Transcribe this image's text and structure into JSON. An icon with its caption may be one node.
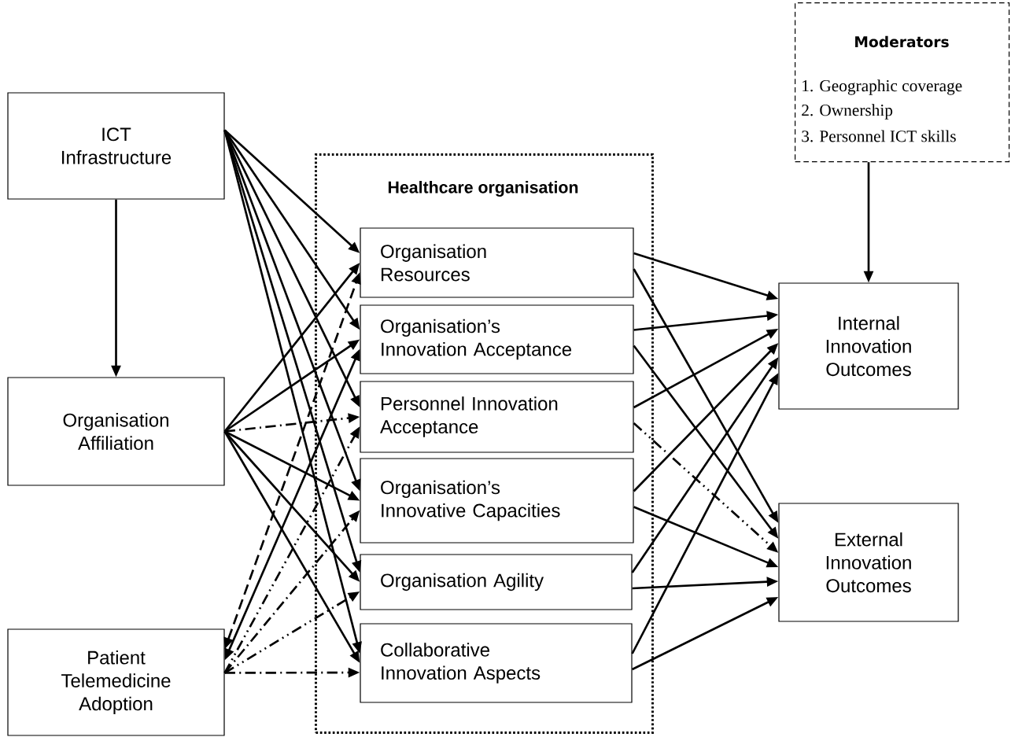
{
  "diagram": {
    "nodes": [
      {
        "text": [
          "ICT Infrastructure"
        ]
      },
      {
        "text": [
          "Organisation Affiliation"
        ]
      },
      {
        "text": [
          "Patient Telemedicine Adoption"
        ]
      },
      {
        "text": [
          "Healthcare organisation"
        ]
      },
      {
        "text": [
          "Organisation Resources"
        ],
        "in": 3
      },
      {
        "text": [
          "Organisation’s Innovation Acceptance"
        ],
        "in": 3
      },
      {
        "text": [
          "Personnel Innovation Acceptance"
        ],
        "in": 3
      },
      {
        "text": [
          "Organisation’s Innovative Capacities"
        ],
        "in": 3
      },
      {
        "text": [
          "Organisation Agility"
        ],
        "in": 3
      },
      {
        "text": [
          "Collaborative Innovation Aspects"
        ],
        "in": 3
      },
      {
        "text": [
          "Moderators",
          "1. Geographic coverage",
          "2. Ownership",
          "3. Personnel ICT skills"
        ]
      },
      {
        "text": [
          "Internal Innovation Outcomes"
        ]
      },
      {
        "text": [
          "External Innovation Outcomes"
        ]
      }
    ],
    "edges": [
      {
        "from": 0,
        "to": 1,
        "arrow": "to"
      },
      {
        "from": 0,
        "to": 4,
        "arrow": "to"
      },
      {
        "from": 0,
        "to": 5,
        "arrow": "to"
      },
      {
        "from": 0,
        "to": 6,
        "arrow": "to"
      },
      {
        "from": 0,
        "to": 7,
        "arrow": "to"
      },
      {
        "from": 0,
        "to": 8,
        "arrow": "to"
      },
      {
        "from": 0,
        "to": 9,
        "arrow": "to"
      },
      {
        "from": 1,
        "to": 4,
        "arrow": "to"
      },
      {
        "from": 1,
        "to": 5,
        "arrow": "to"
      },
      {
        "from": 1,
        "to": 6,
        "arrow": "to",
        "style": "dashed"
      },
      {
        "from": 1,
        "to": 7,
        "arrow": "to"
      },
      {
        "from": 1,
        "to": 8,
        "arrow": "to"
      },
      {
        "from": 1,
        "to": 9,
        "arrow": "to"
      },
      {
        "from": 2,
        "to": 4,
        "arrow": "both",
        "style": "dashed"
      },
      {
        "from": 2,
        "to": 5,
        "arrow": "both"
      },
      {
        "from": 2,
        "to": 6,
        "arrow": "to",
        "style": "dashed"
      },
      {
        "from": 2,
        "to": 7,
        "arrow": "to",
        "style": "dashed"
      },
      {
        "from": 2,
        "to": 8,
        "arrow": "to",
        "style": "dashed"
      },
      {
        "from": 2,
        "to": 9,
        "arrow": "to",
        "style": "dashed"
      },
      {
        "from": 4,
        "to": 11,
        "arrow": "to"
      },
      {
        "from": 4,
        "to": 12,
        "arrow": "to"
      },
      {
        "from": 5,
        "to": 11,
        "arrow": "to"
      },
      {
        "from": 5,
        "to": 12,
        "arrow": "to"
      },
      {
        "from": 6,
        "to": 11,
        "arrow": "to"
      },
      {
        "from": 6,
        "to": 12,
        "arrow": "to",
        "style": "dashed"
      },
      {
        "from": 7,
        "to": 11,
        "arrow": "to"
      },
      {
        "from": 7,
        "to": 12,
        "arrow": "to"
      },
      {
        "from": 8,
        "to": 11,
        "arrow": "to"
      },
      {
        "from": 8,
        "to": 12,
        "arrow": "to"
      },
      {
        "from": 9,
        "to": 11,
        "arrow": "to"
      },
      {
        "from": 9,
        "to": 12,
        "arrow": "to"
      },
      {
        "from": 10,
        "to": 11,
        "arrow": "to"
      }
    ]
  }
}
